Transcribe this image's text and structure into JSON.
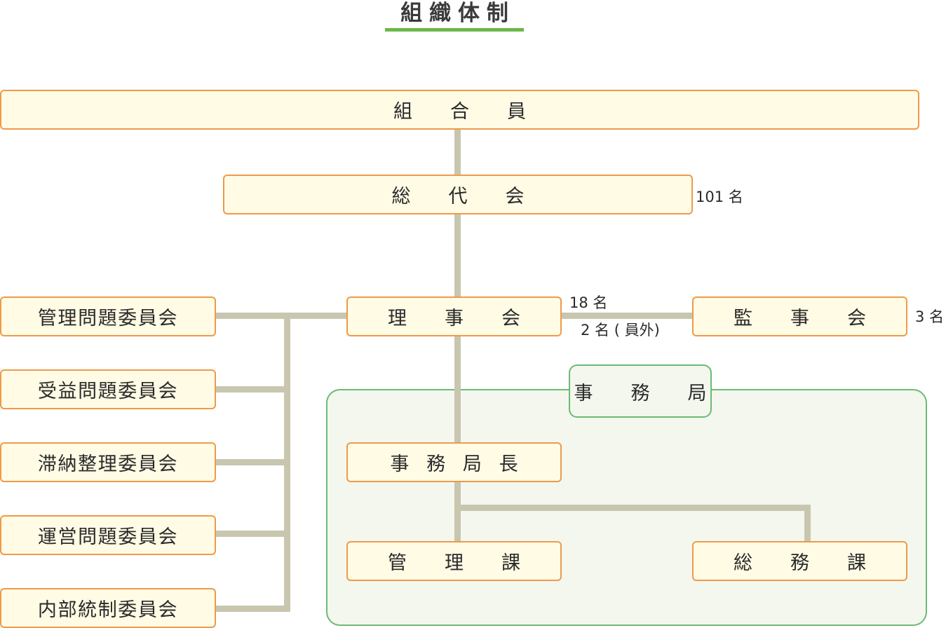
{
  "title": "組織体制",
  "accent_colors": {
    "title_underline": "#6cb84a",
    "box_border": "#ee9a4a",
    "box_fill": "#fffbe5",
    "connector": "#c9c6b0",
    "office_border": "#6cbb74",
    "office_fill": "#f3f7ee"
  },
  "nodes": {
    "members": "組　　合　　員",
    "general_assembly": "総　　代　　会",
    "board": "理　　事　　会",
    "auditors": "監　　事　　会",
    "office": "事　　務　　局",
    "office_director": "事 務 局 長",
    "management_section": "管　　理　　課",
    "general_affairs_section": "総　　務　　課"
  },
  "committees": [
    "管理問題委員会",
    "受益問題委員会",
    "滞納整理委員会",
    "運営問題委員会",
    "内部統制委員会"
  ],
  "notes": {
    "general_assembly_count": "101 名",
    "board_count": "18 名",
    "board_external": "2 名 ( 員外)",
    "auditors_count": "3 名"
  }
}
